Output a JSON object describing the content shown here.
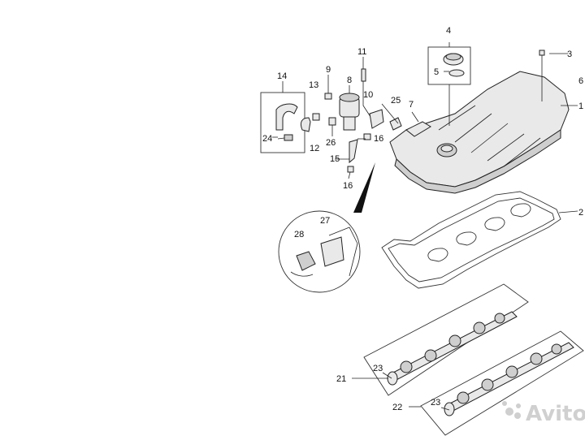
{
  "diagram": {
    "callouts": {
      "c1": "1",
      "c2": "2",
      "c3": "3",
      "c4": "4",
      "c5": "5",
      "c6": "6",
      "c7": "7",
      "c8": "8",
      "c9": "9",
      "c10": "10",
      "c11": "11",
      "c12": "12",
      "c13": "13",
      "c14": "14",
      "c15": "15",
      "c16a": "16",
      "c16b": "16",
      "c21": "21",
      "c22": "22",
      "c23a": "23",
      "c23b": "23",
      "c24": "24",
      "c25": "25",
      "c26": "26",
      "c27": "27",
      "c28": "28"
    },
    "watermark": "Avito"
  }
}
